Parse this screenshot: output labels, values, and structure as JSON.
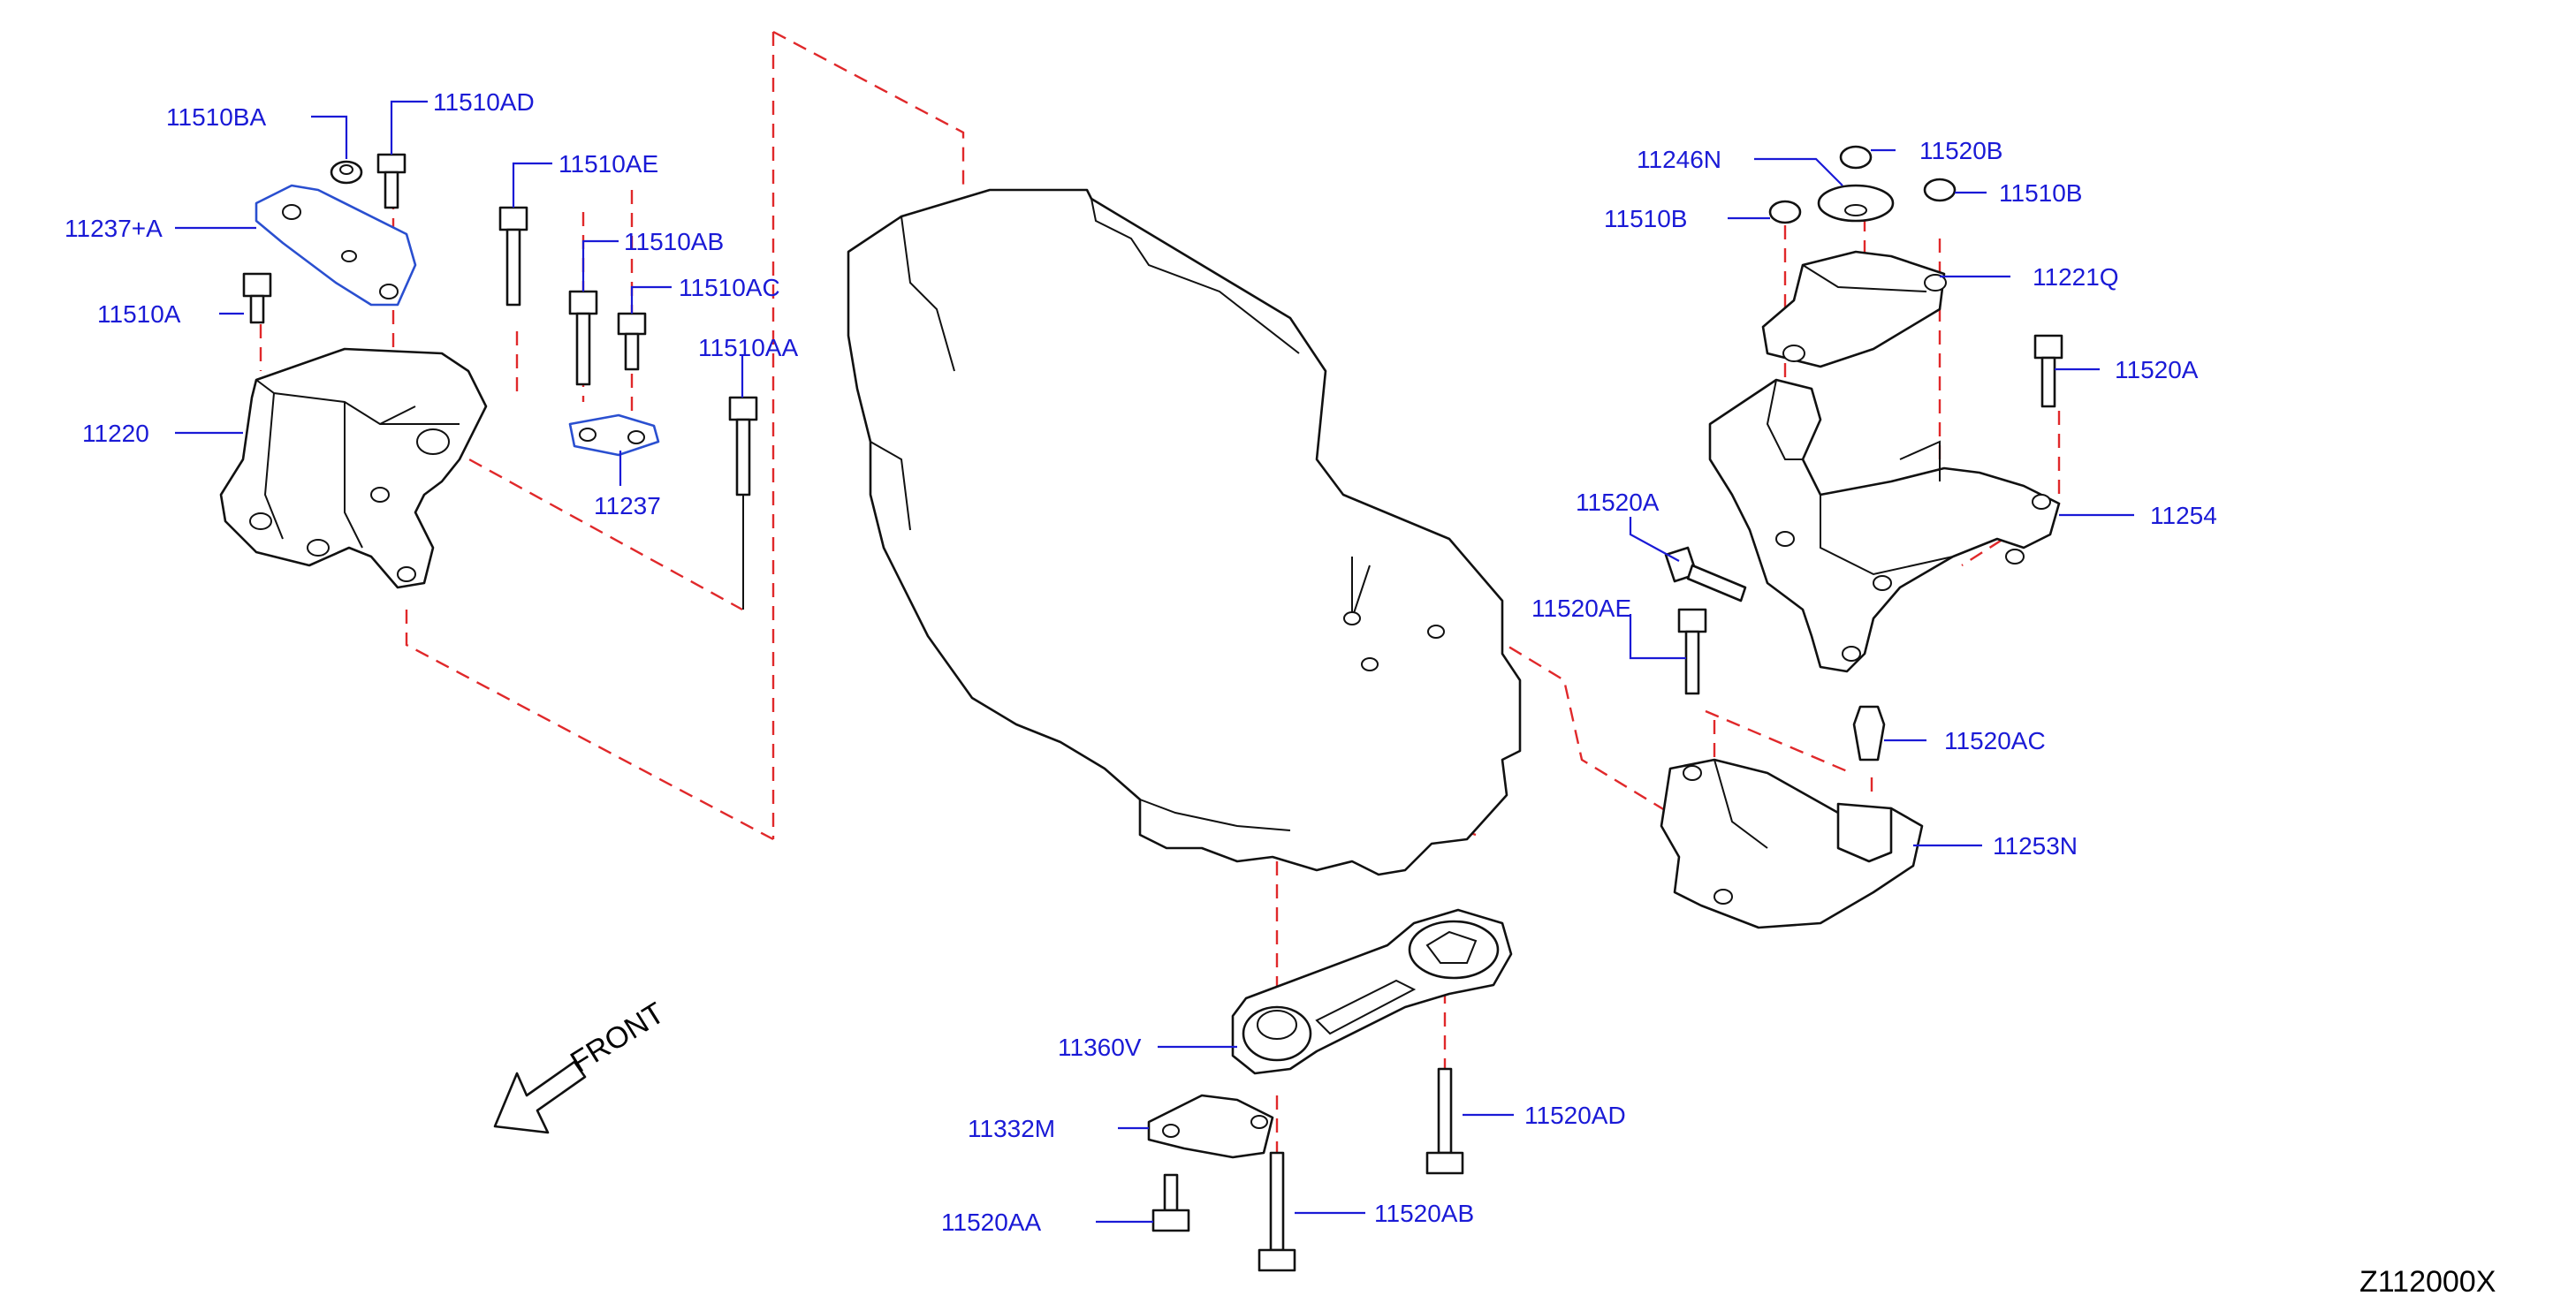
{
  "labels": {
    "p11510BA": "11510BA",
    "p11510AD": "11510AD",
    "p11510AE": "11510AE",
    "p11237A": "11237+A",
    "p11510AB": "11510AB",
    "p11510AC": "11510AC",
    "p11510A": "11510A",
    "p11510AA": "11510AA",
    "p11220": "11220",
    "p11237": "11237",
    "p11246N": "11246N",
    "p11520B": "11520B",
    "p11510B_left": "11510B",
    "p11510B_right": "11510B",
    "p11221Q": "11221Q",
    "p11520A_top": "11520A",
    "p11520A_mid": "11520A",
    "p11254": "11254",
    "p11520AE": "11520AE",
    "p11520AC": "11520AC",
    "p11253N": "11253N",
    "p11360V": "11360V",
    "p11332M": "11332M",
    "p11520AD": "11520AD",
    "p11520AA": "11520AA",
    "p11520AB": "11520AB"
  },
  "front_label": "FRONT",
  "diagram_code": "Z112000X",
  "colors": {
    "label_blue": "#1a1ad6",
    "dash_red": "#e0282a",
    "outline_black": "#111111",
    "bracket_blue": "#2a4fd0"
  }
}
